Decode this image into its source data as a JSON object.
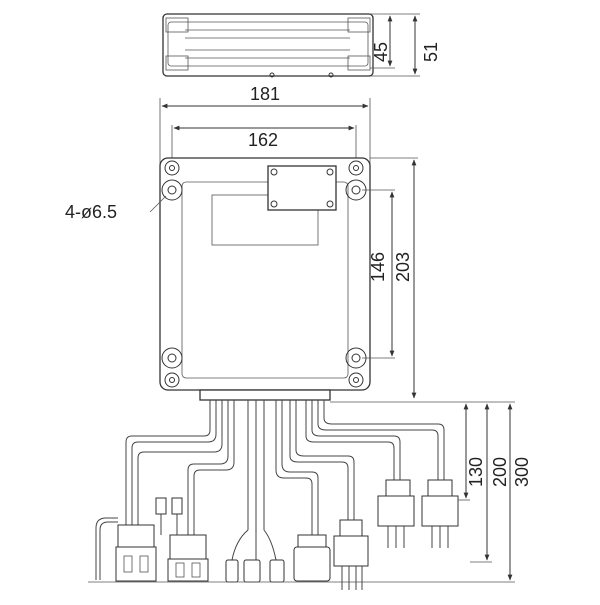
{
  "dimensions": {
    "top_view_height_outer": "51",
    "top_view_height_inner": "45",
    "width_overall": "181",
    "hole_spacing_horizontal": "162",
    "hole_note": "4-ø6.5",
    "hole_spacing_vertical": "146",
    "body_height": "203",
    "cable_length_short": "130",
    "cable_length_mid": "200",
    "cable_length_long": "300"
  }
}
